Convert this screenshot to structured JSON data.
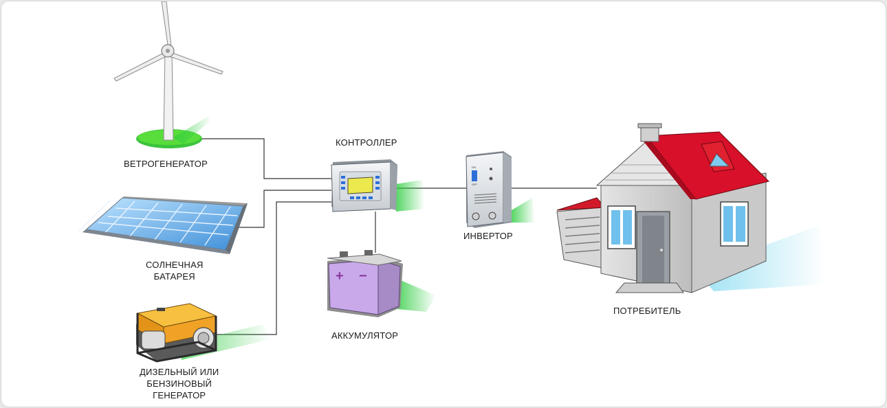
{
  "labels": {
    "wind": "ВЕТРОГЕНЕРАТОР",
    "solar": "СОЛНЕЧНАЯ\nБАТАРЕЯ",
    "generator": "ДИЗЕЛЬНЫЙ ИЛИ\nБЕНЗИНОВЫЙ\nГЕНЕРАТОР",
    "controller": "КОНТРОЛЛЕР",
    "battery": "АККУМУЛЯТОР",
    "inverter": "ИНВЕРТОР",
    "consumer": "ПОТРЕБИТЕЛЬ"
  },
  "battery_terminals": {
    "plus": "+",
    "minus": "−"
  },
  "inverter_switch": {
    "on": "ON",
    "off": "OFF"
  },
  "colors": {
    "accent_green": "#3cc43c",
    "roof_red": "#d8102a",
    "panel_blue": "#5fa8e0",
    "generator_orange": "#f2a020",
    "battery_purple": "#b896d8",
    "screen_yellow": "#e8e84a"
  }
}
